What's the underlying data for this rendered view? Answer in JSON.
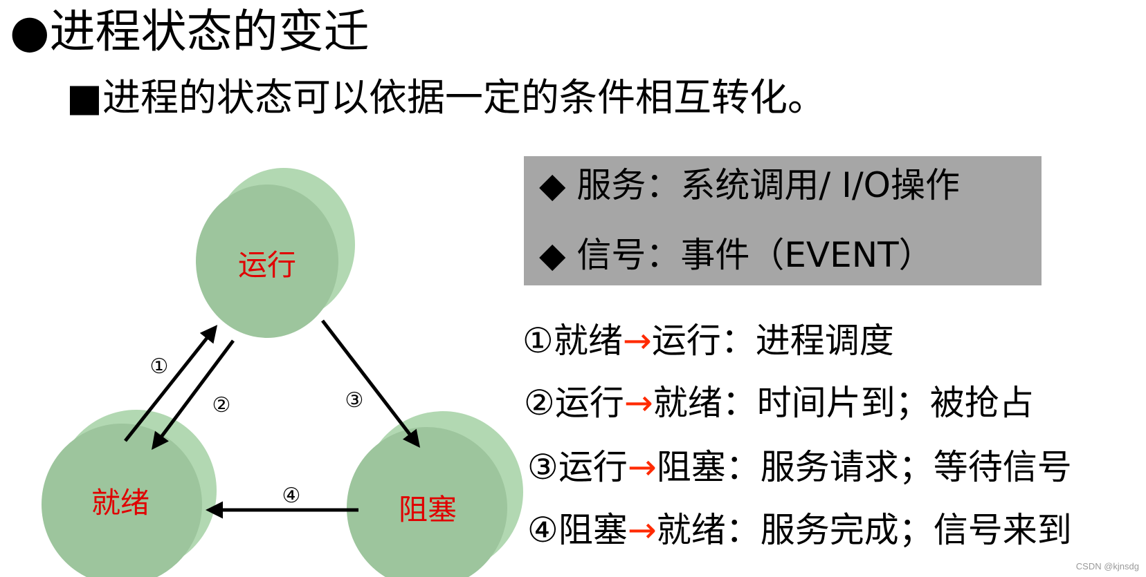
{
  "title": "●进程状态的变迁",
  "subtitle": "■进程的状态可以依据一定的条件相互转化。",
  "legend": {
    "service": "◆ 服务：系统调用/ I/O操作",
    "signal": "◆ 信号：事件（EVENT）"
  },
  "states": {
    "running": "运行",
    "ready": "就绪",
    "blocked": "阻塞"
  },
  "edge_numbers": {
    "e1": "①",
    "e2": "②",
    "e3": "③",
    "e4": "④"
  },
  "transitions": [
    {
      "num": "①",
      "from": "就绪",
      "arrow": "→",
      "to": "运行",
      "desc": "：进程调度"
    },
    {
      "num": "②",
      "from": "运行",
      "arrow": "→",
      "to": "就绪",
      "desc": "：时间片到；被抢占"
    },
    {
      "num": "③",
      "from": "运行",
      "arrow": "→",
      "to": "阻塞",
      "desc": "：服务请求；等待信号"
    },
    {
      "num": "④",
      "from": "阻塞",
      "arrow": "→",
      "to": "就绪",
      "desc": "：服务完成；信号来到"
    }
  ],
  "watermark": "CSDN @kjnsdg",
  "colors": {
    "node_fill": "#9dc59d",
    "node_side": "#b2d8b2",
    "label_red": "#e00000",
    "arrow_red": "#ff2a00",
    "legend_bg": "#a6a6a6"
  }
}
